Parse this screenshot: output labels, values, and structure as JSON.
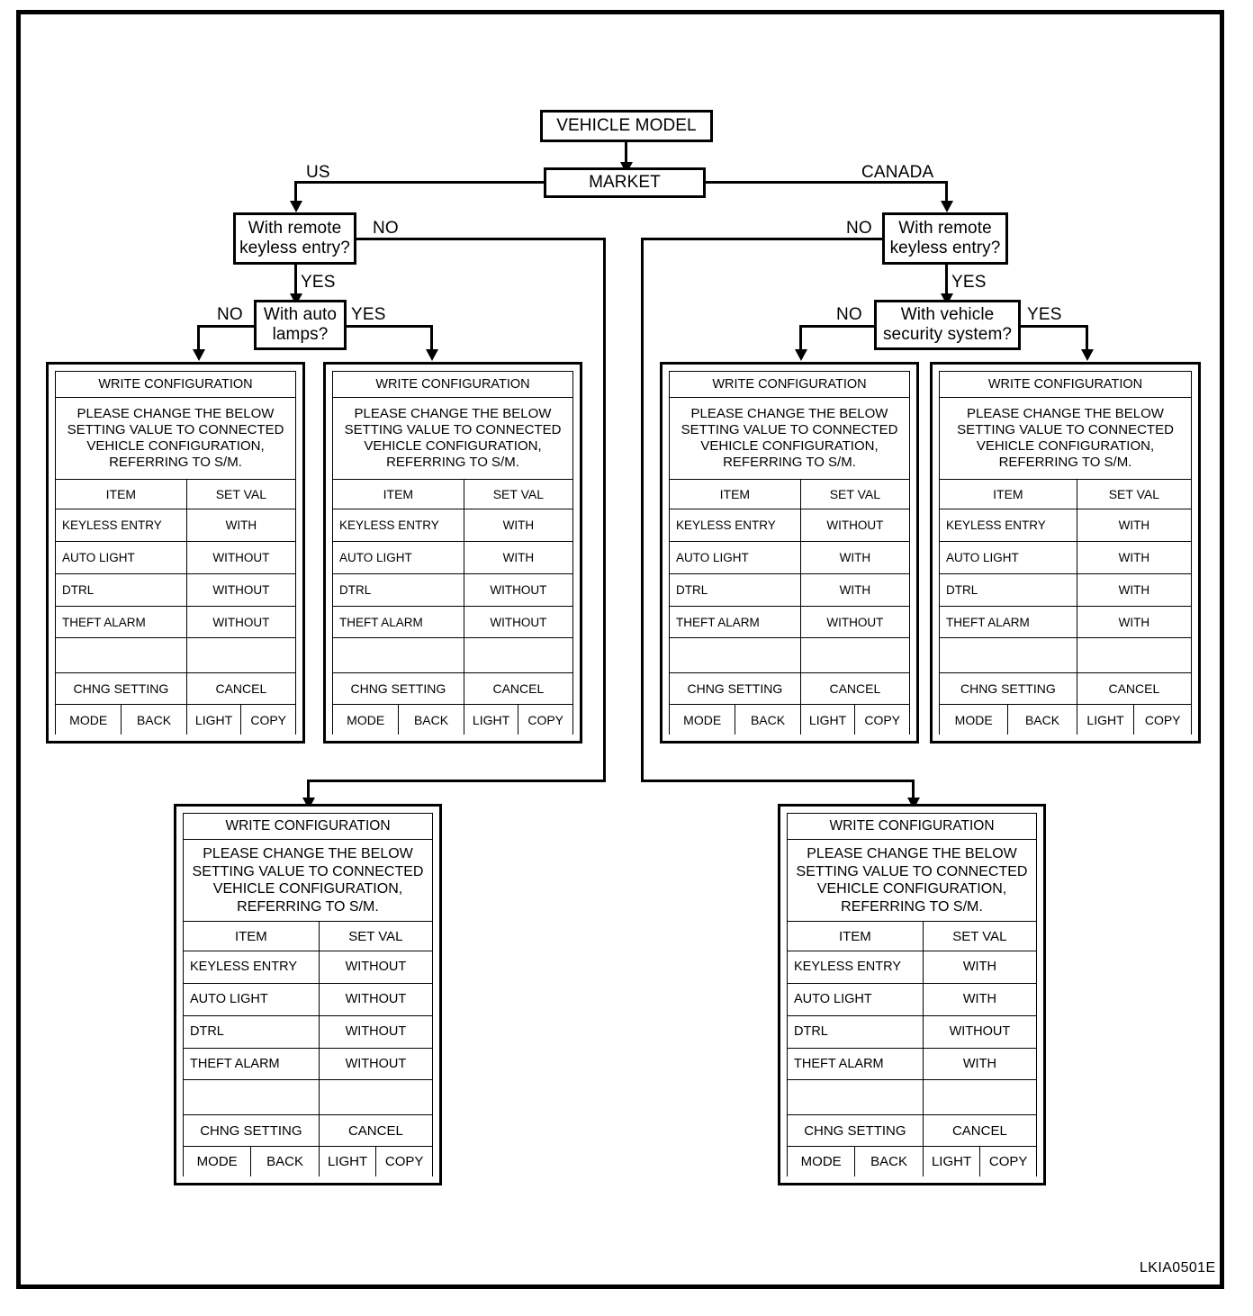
{
  "figure": {
    "code": "LKIA0501E"
  },
  "flow": {
    "root": {
      "label": "VEHICLE MODEL"
    },
    "market": {
      "label": "MARKET"
    },
    "branch_us": {
      "label": "US"
    },
    "branch_canada": {
      "label": "CANADA"
    },
    "us_keyless": {
      "line1": "With remote",
      "line2": "keyless entry?"
    },
    "us_keyless_no": {
      "label": "NO"
    },
    "us_keyless_yes": {
      "label": "YES"
    },
    "us_autolamps": {
      "line1": "With auto",
      "line2": "lamps?"
    },
    "us_autolamps_no": {
      "label": "NO"
    },
    "us_autolamps_yes": {
      "label": "YES"
    },
    "ca_keyless": {
      "line1": "With remote",
      "line2": "keyless entry?"
    },
    "ca_keyless_no": {
      "label": "NO"
    },
    "ca_keyless_yes": {
      "label": "YES"
    },
    "ca_security": {
      "line1": "With vehicle",
      "line2": "security system?"
    },
    "ca_security_no": {
      "label": "NO"
    },
    "ca_security_yes": {
      "label": "YES"
    }
  },
  "screen_common": {
    "title": "WRITE CONFIGURATION",
    "message": [
      "PLEASE CHANGE THE BELOW",
      "SETTING VALUE TO CONNECTED",
      "VEHICLE CONFIGURATION,",
      "REFERRING TO S/M."
    ],
    "columns": [
      "ITEM",
      "SET VAL"
    ],
    "items": [
      "KEYLESS ENTRY",
      "AUTO LIGHT",
      "DTRL",
      "THEFT ALARM"
    ],
    "action_row": [
      "CHNG SETTING",
      "CANCEL"
    ],
    "softkeys": [
      "MODE",
      "BACK",
      "LIGHT",
      "COPY"
    ]
  },
  "screens": [
    {
      "id": "us-keyless-with-autolamps-without",
      "values": [
        "WITH",
        "WITHOUT",
        "WITHOUT",
        "WITHOUT"
      ]
    },
    {
      "id": "us-keyless-with-autolamps-with",
      "values": [
        "WITH",
        "WITH",
        "WITHOUT",
        "WITHOUT"
      ]
    },
    {
      "id": "canada-keyless-without-security-without",
      "values": [
        "WITHOUT",
        "WITH",
        "WITH",
        "WITHOUT"
      ]
    },
    {
      "id": "canada-keyless-with-security-with",
      "values": [
        "WITH",
        "WITH",
        "WITH",
        "WITH"
      ]
    },
    {
      "id": "us-no-keyless",
      "values": [
        "WITHOUT",
        "WITHOUT",
        "WITHOUT",
        "WITHOUT"
      ]
    },
    {
      "id": "canada-no-keyless",
      "values": [
        "WITH",
        "WITH",
        "WITHOUT",
        "WITH"
      ]
    }
  ]
}
